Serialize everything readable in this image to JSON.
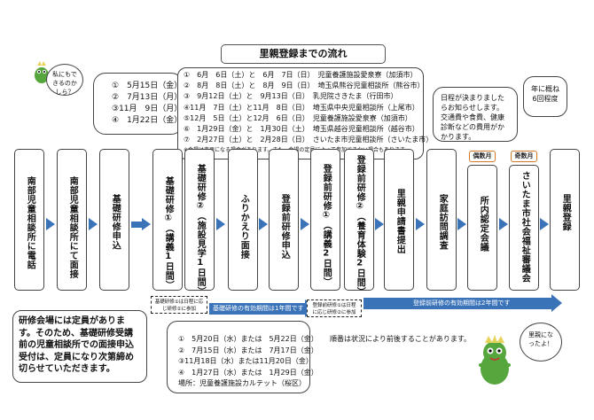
{
  "title": "里親登録までの流れ",
  "mascot_top_speech": "私にもできるのかしら？",
  "mascot_bottom_speech": "里親になったよ！",
  "interview_dates": [
    "①　5月15日（金）",
    "②　7月13日（月）",
    "③11月　9日（月）",
    "④　1月22日（金）"
  ],
  "training_schedule": [
    "①　6月　6日（土）と　6月　7日（日）　児童養護施設愛泉寮（加須市）",
    "②　8月　8日（土）と　8月　9日（日）　埼玉県熊谷児童相談所（熊谷市）",
    "③　9月12日（土）と　9月13日（日）　乳児院さきたま（行田市）",
    "④11月　7日（土）と11月　8日（日）　埼玉県中央児童相談所（上尾市）",
    "⑤12月　5日（土）と12月　6日（日）　児童養護施設愛泉寮（加須市）",
    "⑥　1月29日（金）と　1月30日（土）　埼玉県越谷児童相談所（越谷市）",
    "⑦　2月27日（土）と　2月28日（日）　さいたま市児童相談所（さいたま市）",
    "※会場は変更になる場合があります。また、会場の定員によって参加できない場合もあります。"
  ],
  "cost_note": "日程が決まりましたらお知らせします。交通費や食費、健康診断などの費用がかかります。",
  "frequency_note": "年に概ね6回程度",
  "steps": [
    "南部児童相談所に電話",
    "南部児童相談所にて面接",
    "基礎研修申込",
    "基礎研修①（講義1日間）",
    "基礎研修②（施設見学1日間）",
    "ふりかえり面接",
    "登録前研修申込",
    "登録前研修①（講義2日間）",
    "登録前研修②（養育体験2日間）",
    "里親申請書提出",
    "家庭訪問調査",
    "所内認定会議",
    "さいたま市社会福祉審議会",
    "里親登録"
  ],
  "tags": {
    "monthly": "偶数月",
    "odd_month": "奇数月"
  },
  "bars": {
    "basic_validity": "基礎研修の有効期間は1年間です",
    "pre_validity": "登録前研修の有効期間は2年間です"
  },
  "dashed_notes": {
    "basic": "基礎研修①は日程に応じ研修②に参加",
    "pre": "登録前研修①は日程に応じ研修②に参加"
  },
  "bottom_left_note": "研修会場には定員があります。そのため、基礎研修受講前の児童相談所での面接申込受付は、定員になり次第締め切らせていただきます。",
  "bottom_dates": [
    "①　5月20日（水）または　5月22日（金）",
    "②　7月15日（水）または　7月17日（金）",
    "③11月18日（水）または11月20日（金）",
    "④　1月27日（水）または　1月29日（金）",
    "場所：児童養護施設カルテット（桜区）"
  ],
  "order_note": "順番は状況により前後することがあります。"
}
